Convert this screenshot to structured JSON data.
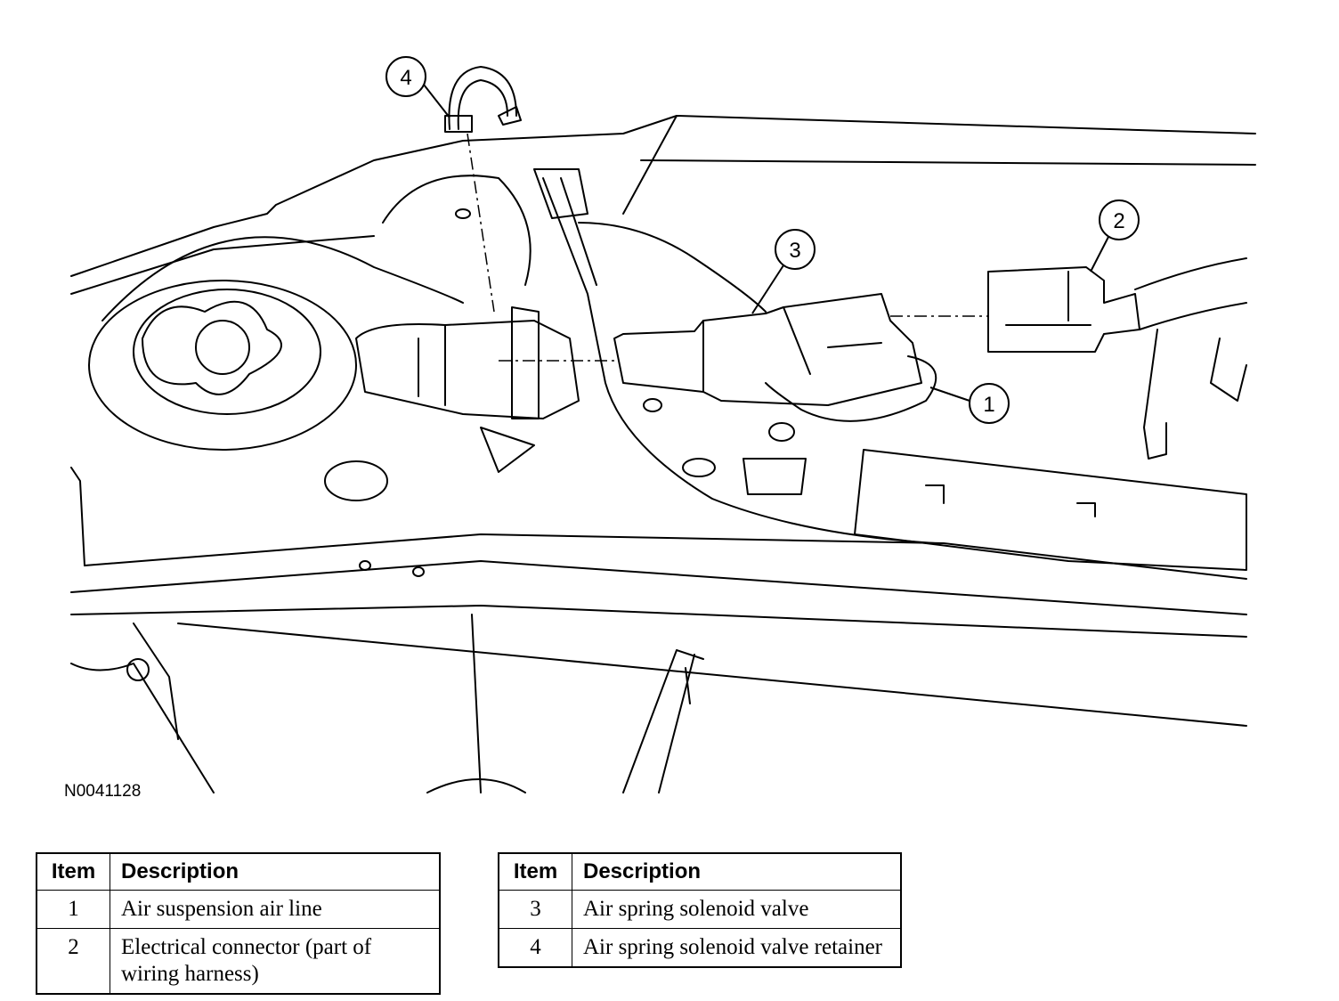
{
  "figure_id": "N0041128",
  "callouts": [
    {
      "num": "4"
    },
    {
      "num": "3"
    },
    {
      "num": "2"
    },
    {
      "num": "1"
    }
  ],
  "legend_left": {
    "header_item": "Item",
    "header_desc": "Description",
    "rows": [
      {
        "item": "1",
        "description": "Air suspension air line"
      },
      {
        "item": "2",
        "description": "Electrical connector (part of wiring harness)"
      }
    ]
  },
  "legend_right": {
    "header_item": "Item",
    "header_desc": "Description",
    "rows": [
      {
        "item": "3",
        "description": "Air spring solenoid valve"
      },
      {
        "item": "4",
        "description": "Air spring solenoid valve retainer"
      }
    ]
  }
}
